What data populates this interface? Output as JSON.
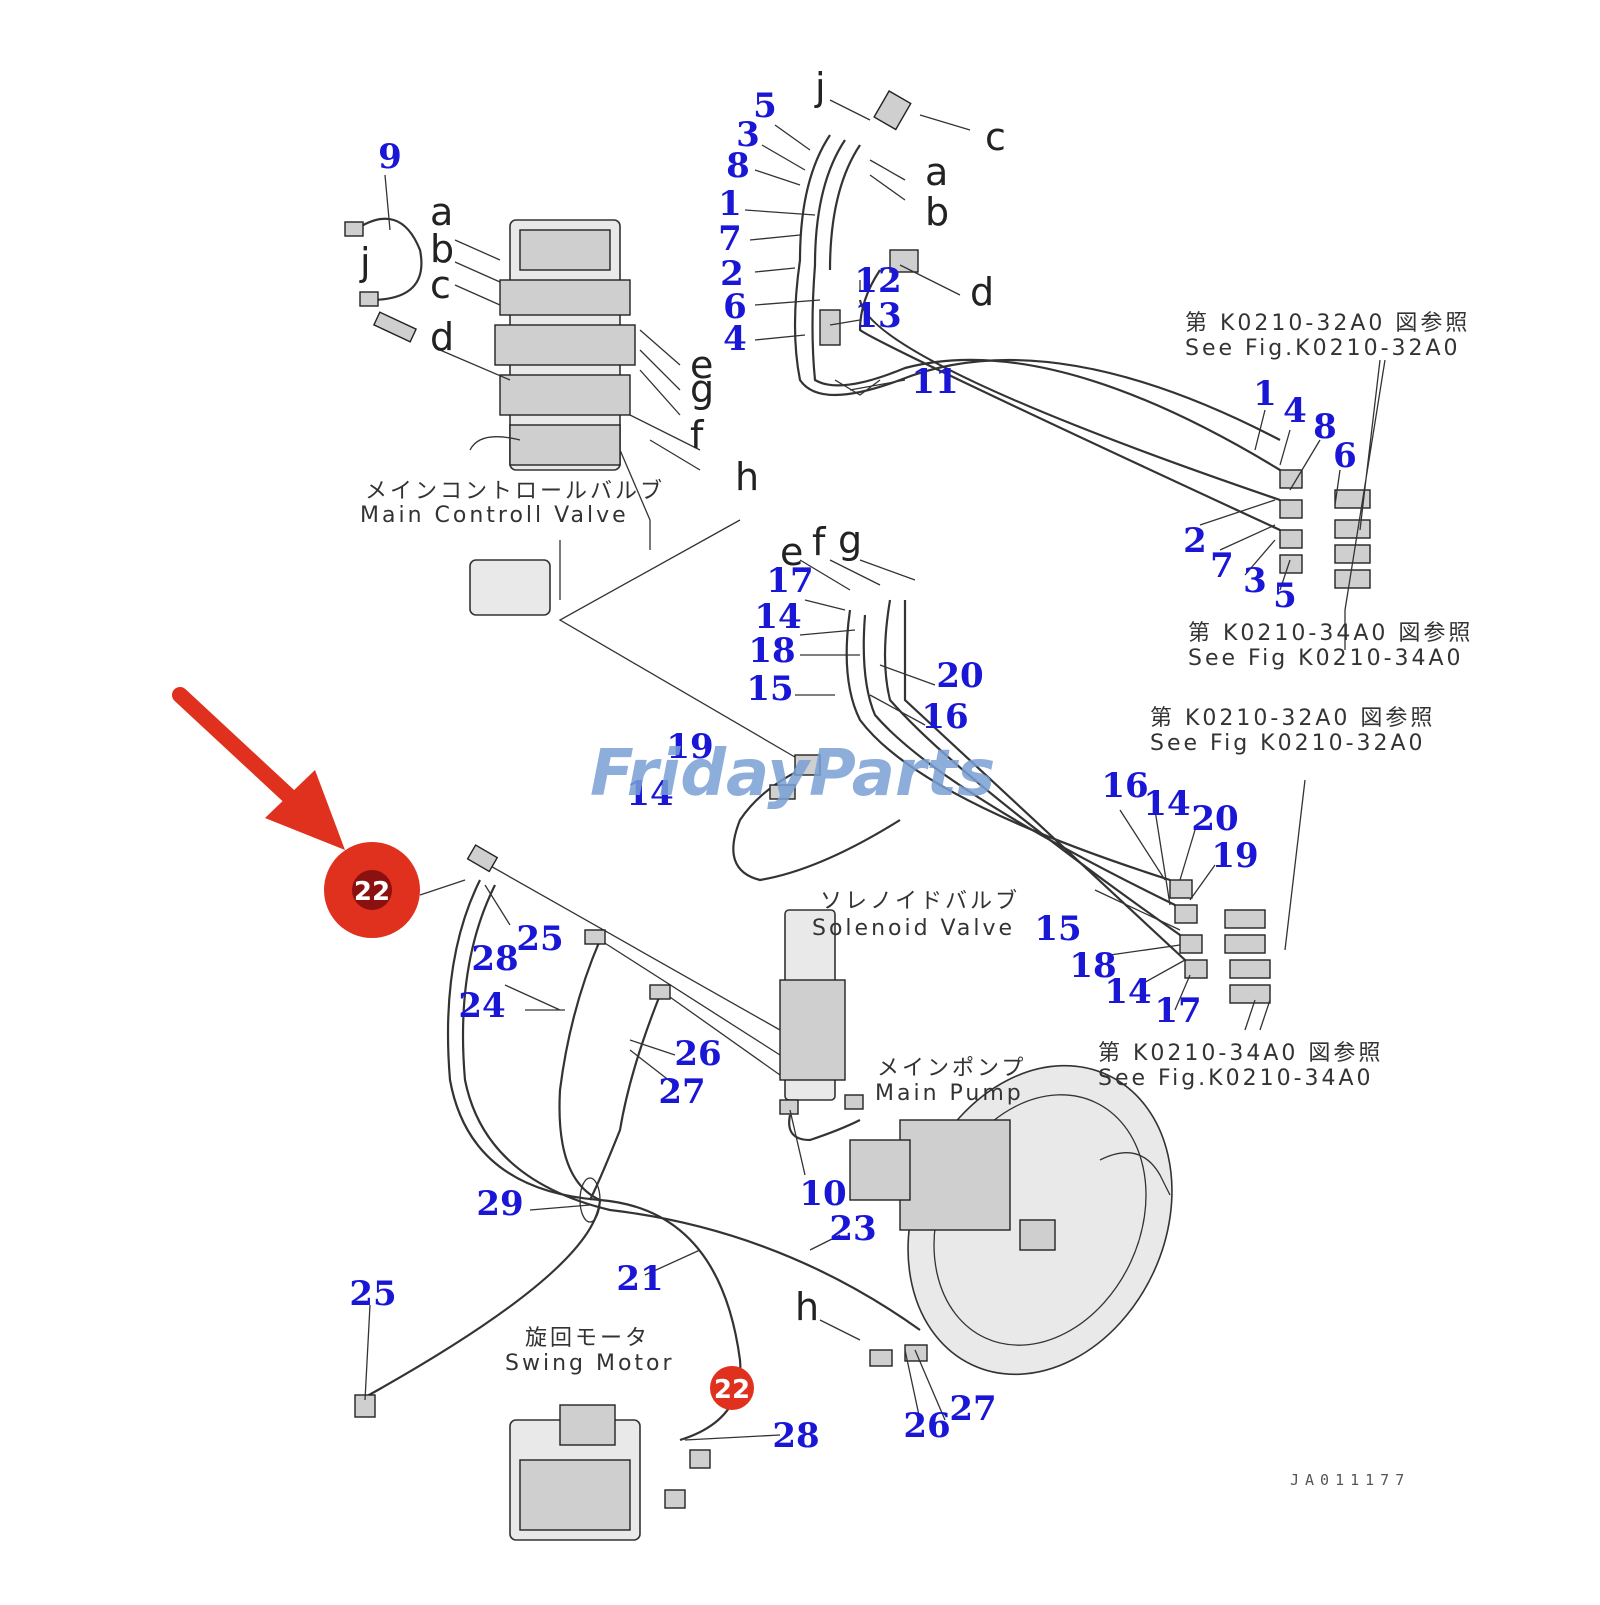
{
  "watermark": "FridayParts",
  "highlight": {
    "part_number": "22",
    "color": "#e0301e",
    "arrow_color": "#e0301e"
  },
  "components": {
    "main_control_valve_jp": "メインコントロールバルブ",
    "main_control_valve_en": "Main Controll Valve",
    "solenoid_valve_jp": "ソレノイドバルブ",
    "solenoid_valve_en": "Solenoid Valve",
    "main_pump_jp": "メインポンプ",
    "main_pump_en": "Main Pump",
    "swing_motor_jp": "旋回モータ",
    "swing_motor_en": "Swing Motor"
  },
  "references": [
    {
      "jp": "第 K0210-32A0 図参照",
      "en": "See Fig.K0210-32A0"
    },
    {
      "jp": "第 K0210-34A0 図参照",
      "en": "See Fig K0210-34A0"
    },
    {
      "jp": "第 K0210-32A0 図参照",
      "en": "See Fig K0210-32A0"
    },
    {
      "jp": "第 K0210-34A0 図参照",
      "en": "See Fig.K0210-34A0"
    }
  ],
  "drawing_code": "JA011177",
  "port_letters": [
    "a",
    "b",
    "c",
    "d",
    "e",
    "g",
    "f",
    "h",
    "j",
    "c",
    "a",
    "b",
    "d",
    "e",
    "f",
    "g",
    "h",
    "j"
  ],
  "part_numbers": [
    "9",
    "5",
    "3",
    "8",
    "1",
    "7",
    "2",
    "6",
    "4",
    "12",
    "13",
    "11",
    "1",
    "4",
    "8",
    "6",
    "2",
    "7",
    "3",
    "5",
    "17",
    "14",
    "18",
    "15",
    "20",
    "16",
    "19",
    "14",
    "16",
    "14",
    "20",
    "19",
    "15",
    "18",
    "14",
    "17",
    "25",
    "28",
    "24",
    "26",
    "27",
    "29",
    "21",
    "23",
    "10",
    "25",
    "28",
    "26",
    "27",
    "22"
  ]
}
